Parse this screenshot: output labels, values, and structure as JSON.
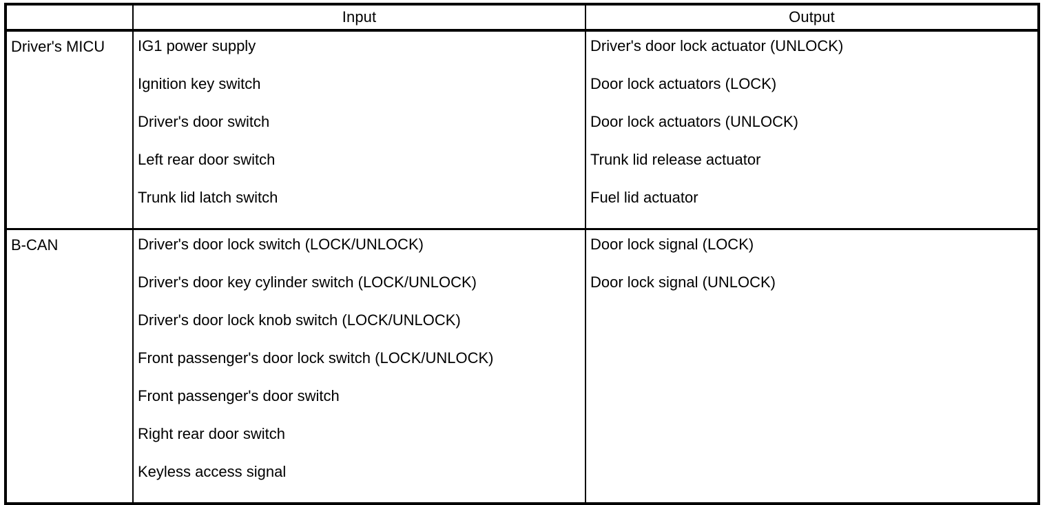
{
  "table": {
    "headers": {
      "module": "",
      "input": "Input",
      "output": "Output"
    },
    "rows": [
      {
        "module": "Driver's MICU",
        "inputs": [
          "IG1 power supply",
          "Ignition key switch",
          "Driver's door switch",
          "Left rear door switch",
          "Trunk lid latch switch"
        ],
        "outputs": [
          "Driver's door lock actuator (UNLOCK)",
          "Door lock actuators (LOCK)",
          "Door lock actuators (UNLOCK)",
          "Trunk lid release actuator",
          "Fuel lid actuator"
        ]
      },
      {
        "module": "B-CAN",
        "inputs": [
          "Driver's door lock switch (LOCK/UNLOCK)",
          "Driver's door key cylinder switch (LOCK/UNLOCK)",
          "Driver's door lock knob switch (LOCK/UNLOCK)",
          "Front passenger's door lock switch (LOCK/UNLOCK)",
          "Front passenger's door switch",
          "Right rear door switch",
          "Keyless access signal"
        ],
        "outputs": [
          "Door lock signal (LOCK)",
          "Door lock signal (UNLOCK)"
        ]
      }
    ]
  },
  "style": {
    "border_color": "#000000",
    "text_color": "#000000",
    "background": "#ffffff"
  }
}
